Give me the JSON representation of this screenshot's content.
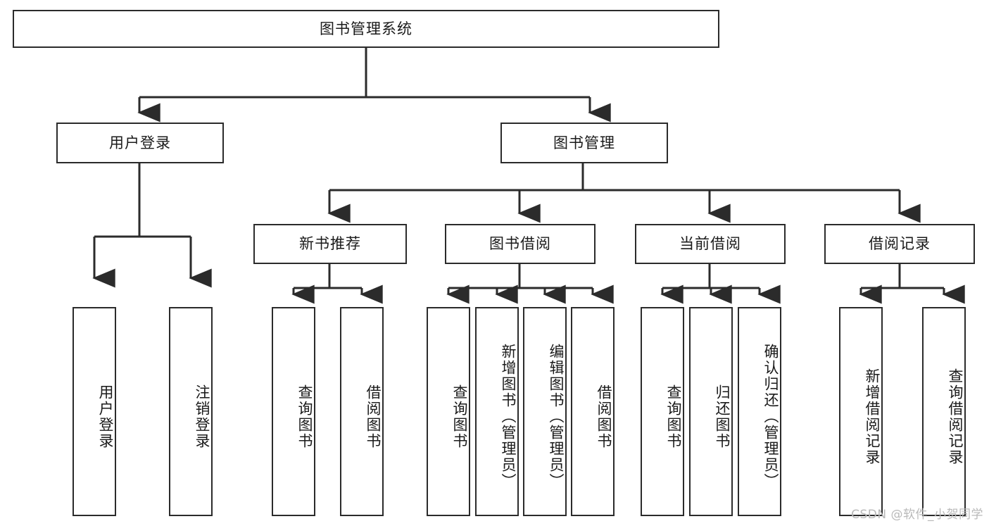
{
  "diagram": {
    "type": "tree",
    "title": "图书管理系统",
    "watermark": "CSDN @软件_小贺同学",
    "colors": {
      "background": "#ffffff",
      "node_border": "#2b2b2b",
      "node_fill": "#ffffff",
      "edge": "#2b2b2b",
      "text": "#1a1a1a",
      "watermark": "#b9b9b9"
    },
    "nodes": {
      "root": {
        "label": "图书管理系统"
      },
      "level1": [
        {
          "label": "用户登录"
        },
        {
          "label": "图书管理"
        }
      ],
      "level2": [
        {
          "label": "新书推荐"
        },
        {
          "label": "图书借阅"
        },
        {
          "label": "当前借阅"
        },
        {
          "label": "借阅记录"
        }
      ],
      "leaves": {
        "user_login": [
          {
            "label": "用户登录"
          },
          {
            "label": "注销登录"
          }
        ],
        "new_book_recommend": [
          {
            "label": "查询图书"
          },
          {
            "label": "借阅图书"
          }
        ],
        "book_borrow": [
          {
            "label": "查询图书"
          },
          {
            "label": "新增图书（管理员）"
          },
          {
            "label": "编辑图书（管理员）"
          },
          {
            "label": "借阅图书"
          }
        ],
        "current_borrow": [
          {
            "label": "查询图书"
          },
          {
            "label": "归还图书"
          },
          {
            "label": "确认归还（管理员）"
          }
        ],
        "borrow_record": [
          {
            "label": "新增借阅记录"
          },
          {
            "label": "查询借阅记录"
          }
        ]
      }
    }
  }
}
